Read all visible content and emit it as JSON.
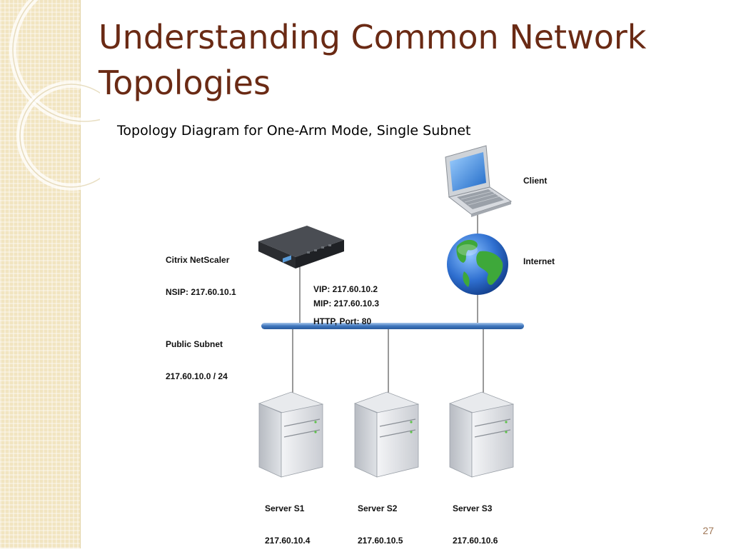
{
  "slide": {
    "title_line1": "Understanding Common Network",
    "title_line2": "Topologies",
    "subtitle": "Topology Diagram for One-Arm Mode, Single Subnet",
    "page_number": "27"
  },
  "diagram": {
    "client_label": "Client",
    "internet_label": "Internet",
    "netscaler_name": "Citrix NetScaler",
    "netscaler_nsip": "NSIP: 217.60.10.1",
    "vip": "VIP: 217.60.10.2",
    "http_port": "HTTP, Port: 80",
    "mip": "MIP: 217.60.10.3",
    "subnet_name": "Public Subnet",
    "subnet_range": "217.60.10.0 / 24",
    "servers": [
      {
        "name": "Server S1",
        "ip": "217.60.10.4"
      },
      {
        "name": "Server S2",
        "ip": "217.60.10.5"
      },
      {
        "name": "Server S3",
        "ip": "217.60.10.6"
      }
    ]
  },
  "colors": {
    "title": "#6a2a14",
    "bus": "#4a7fbf",
    "globe_ocean": "#2f6fd0",
    "globe_land": "#3ea83a"
  }
}
